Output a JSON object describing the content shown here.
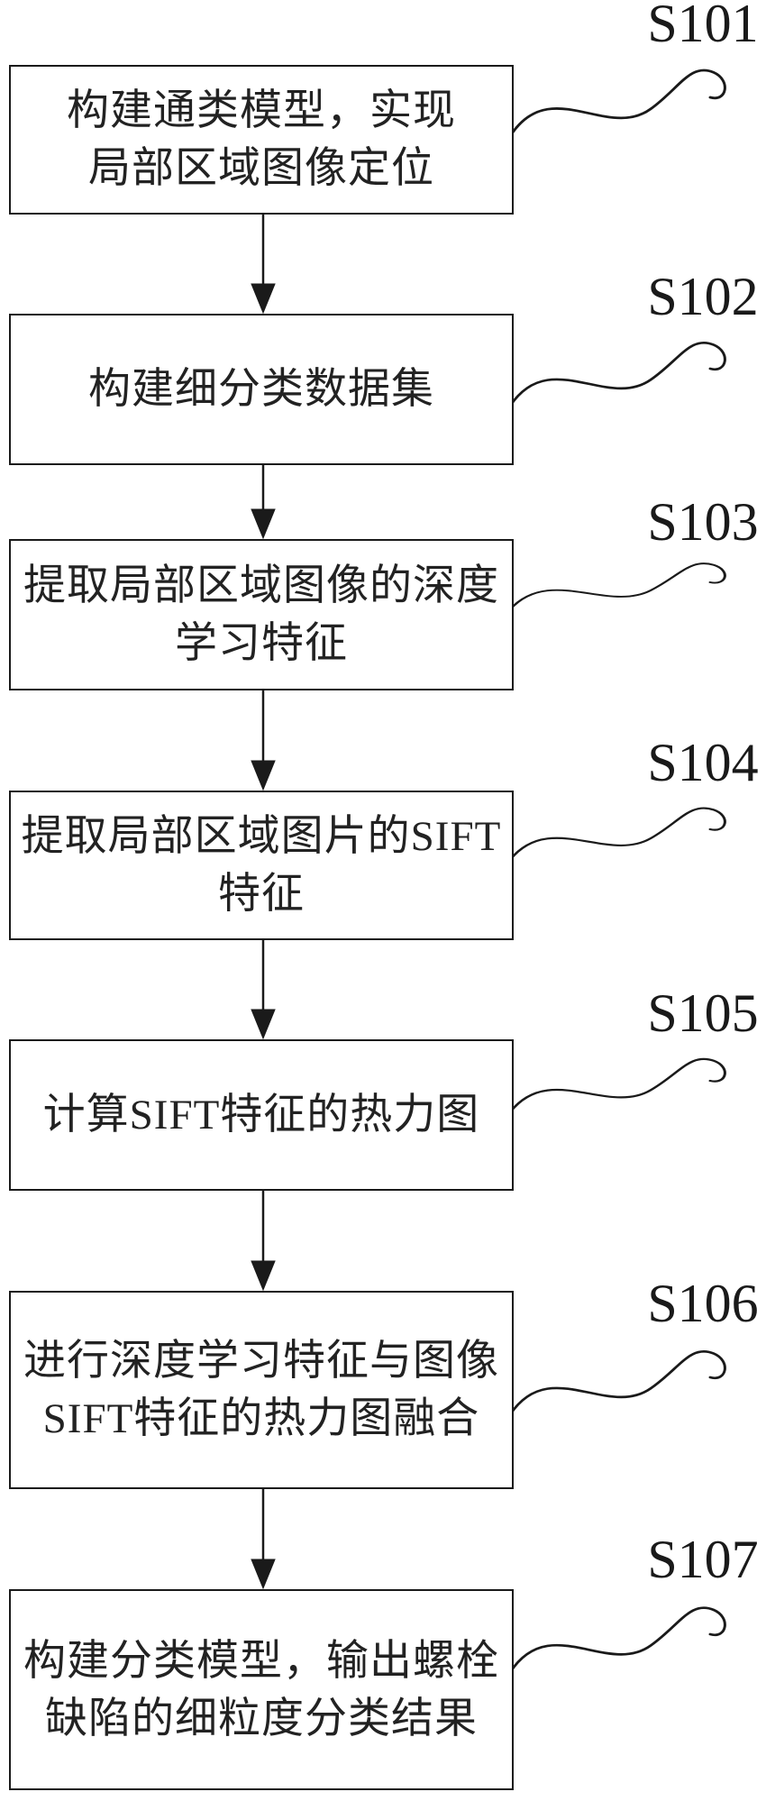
{
  "diagram": {
    "type": "flowchart",
    "direction": "top-down",
    "colors": {
      "background": "#ffffff",
      "stroke": "#1a1a1a",
      "text": "#222222"
    },
    "steps": [
      {
        "label": "S101",
        "text": "构建通类模型，实现\n局部区域图像定位"
      },
      {
        "label": "S102",
        "text": "构建细分类数据集"
      },
      {
        "label": "S103",
        "text": "提取局部区域图像的深度\n学习特征"
      },
      {
        "label": "S104",
        "text": "提取局部区域图片的SIFT\n特征"
      },
      {
        "label": "S105",
        "text": "计算SIFT特征的热力图"
      },
      {
        "label": "S106",
        "text": "进行深度学习特征与图像\nSIFT特征的热力图融合"
      },
      {
        "label": "S107",
        "text": "构建分类模型，输出螺栓\n缺陷的细粒度分类结果"
      }
    ]
  }
}
